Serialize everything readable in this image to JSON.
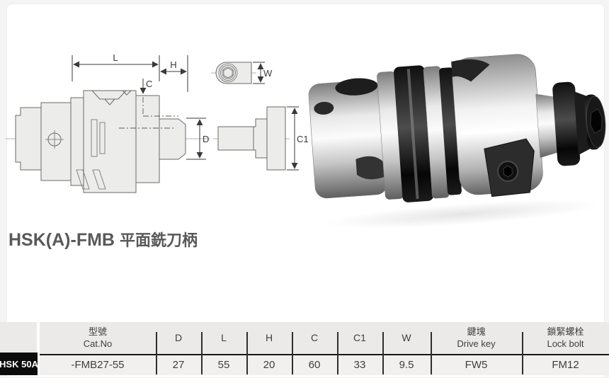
{
  "title": {
    "model": "HSK(A)-FMB",
    "product_cjk": "平面銑刀柄"
  },
  "drawing": {
    "dims": {
      "L": "L",
      "H": "H",
      "C": "C",
      "D": "D",
      "W": "W",
      "C1": "C1"
    }
  },
  "photo": {
    "subject": "hsk-face-mill-arbor"
  },
  "table": {
    "row_label": "HSK 50A",
    "headers": {
      "catno_cjk": "型號",
      "catno_en": "Cat.No",
      "d": "D",
      "l": "L",
      "h": "H",
      "c": "C",
      "c1": "C1",
      "w": "W",
      "drive_key_cjk": "鍵塊",
      "drive_key_en": "Drive key",
      "lock_bolt_cjk": "鎖緊螺栓",
      "lock_bolt_en": "Lock bolt"
    },
    "row": {
      "cat_no": "-FMB27-55",
      "d": "27",
      "l": "55",
      "h": "20",
      "c": "60",
      "c1": "33",
      "w": "9.5",
      "drive_key": "FW5",
      "lock_bolt": "FM12"
    },
    "colors": {
      "header_bg": "#eceae9",
      "row_bg": "#f2f0ef",
      "label_bg": "#0c0c0c",
      "divider": "#2e2e2e"
    }
  }
}
